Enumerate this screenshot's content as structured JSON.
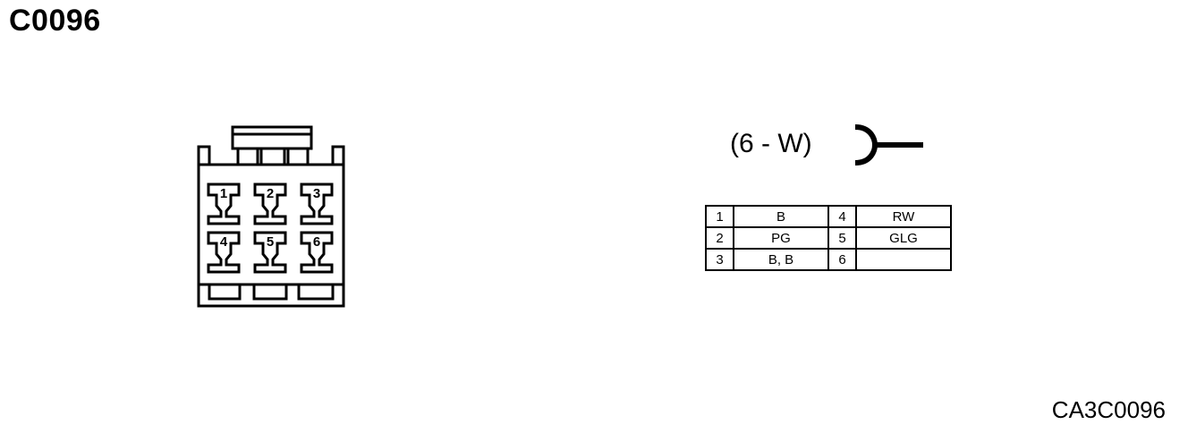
{
  "title": "C0096",
  "connector": {
    "spec": "(6 - W)",
    "cavities": [
      "1",
      "2",
      "3",
      "4",
      "5",
      "6"
    ]
  },
  "pin_table": [
    {
      "left_pin": "1",
      "left_color": "B",
      "right_pin": "4",
      "right_color": "RW"
    },
    {
      "left_pin": "2",
      "left_color": "PG",
      "right_pin": "5",
      "right_color": "GLG"
    },
    {
      "left_pin": "3",
      "left_color": "B, B",
      "right_pin": "6",
      "right_color": ""
    }
  ],
  "figure_code": "CA3C0096"
}
